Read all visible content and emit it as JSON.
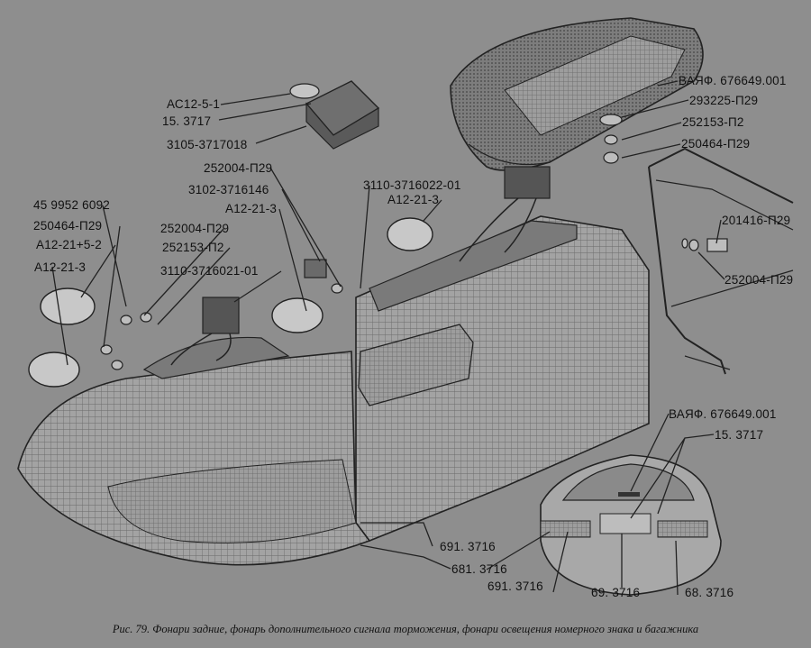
{
  "labels": {
    "ac12_5_1": "АС12-5-1",
    "p15_3717_top": "15. 3717",
    "p3105_3717018": "3105-3717018",
    "p252004_p29_a": "252004-П29",
    "p3102_3716146": "3102-3716146",
    "a12_21_3_mid": "А12-21-3",
    "p3110_3716022_01": "3110-3716022-01",
    "a12_21_3_upper": "А12-21-3",
    "p45_9952_6092": "45 9952 6092",
    "p250464_p29_left": "250464-П29",
    "a12_21_5_2": "А12-21+5-2",
    "a12_21_3_left": "А12-21-3",
    "p252004_p29_b": "252004-П29",
    "p252153_p2_left": "252153-П2",
    "p3110_3716021_01": "3110-3716021-01",
    "vayaf_top": "ВАЯФ. 676649.001",
    "p293225_p29": "293225-П29",
    "p252153_p2_right": "252153-П2",
    "p250464_p29_right": "250464-П29",
    "p201416_p29": "201416-П29",
    "p252004_p29_right": "252004-П29",
    "vayaf_car": "ВАЯФ. 676649.001",
    "p15_3717_car": "15. 3717",
    "p691_3716_main": "691. 3716",
    "p681_3716": "681. 3716",
    "p691_3716_car": "691. 3716",
    "p69_3716": "69. 3716",
    "p68_3716": "68. 3716"
  },
  "caption": "Рис. 79. Фонари задние, фонарь дополнительного сигнала торможения, фонари освещения номерного знака и багажника"
}
